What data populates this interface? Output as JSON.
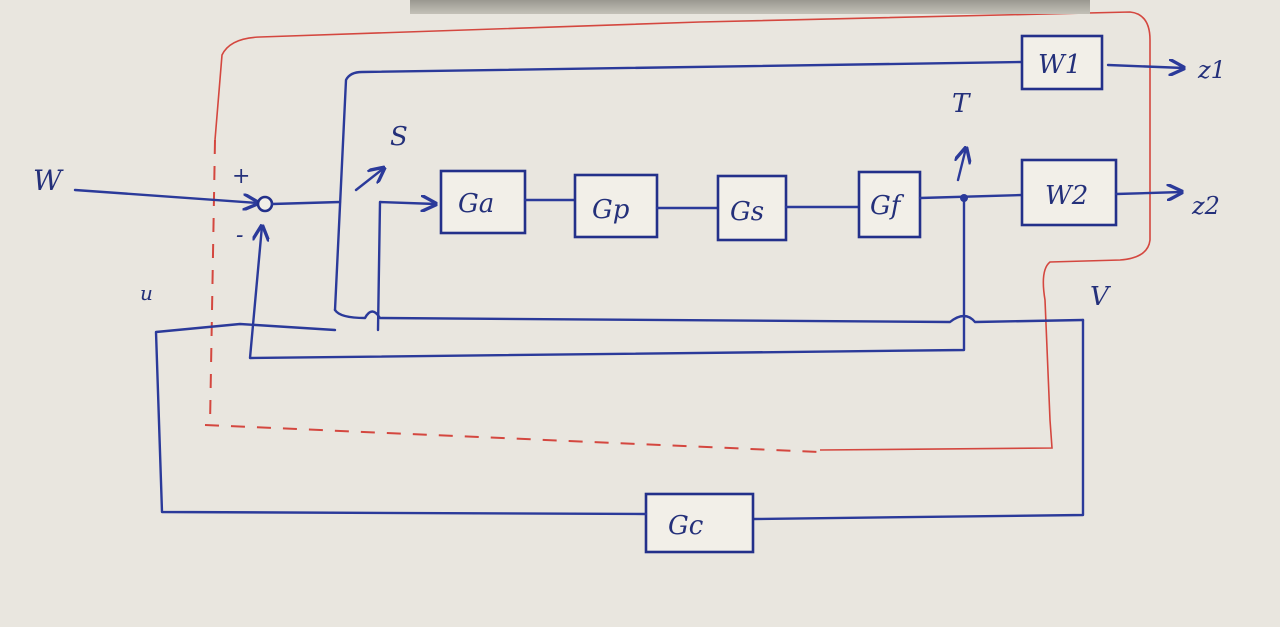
{
  "inputs": {
    "w": "W"
  },
  "sum_signs": {
    "plus": "+",
    "minus": "-"
  },
  "blocks": {
    "ga": "Ga",
    "gp": "Gp",
    "gs": "Gs",
    "gf": "Gf",
    "gc": "Gc",
    "w1": "W1",
    "w2": "W2"
  },
  "outputs": {
    "z1": "z1",
    "z2": "z2"
  },
  "signals": {
    "s": "S",
    "t": "T",
    "u": "u",
    "v": "V"
  },
  "colors": {
    "ink": "#2b3a9a",
    "red_ink": "#d4473f",
    "paper": "#e9e6df"
  }
}
